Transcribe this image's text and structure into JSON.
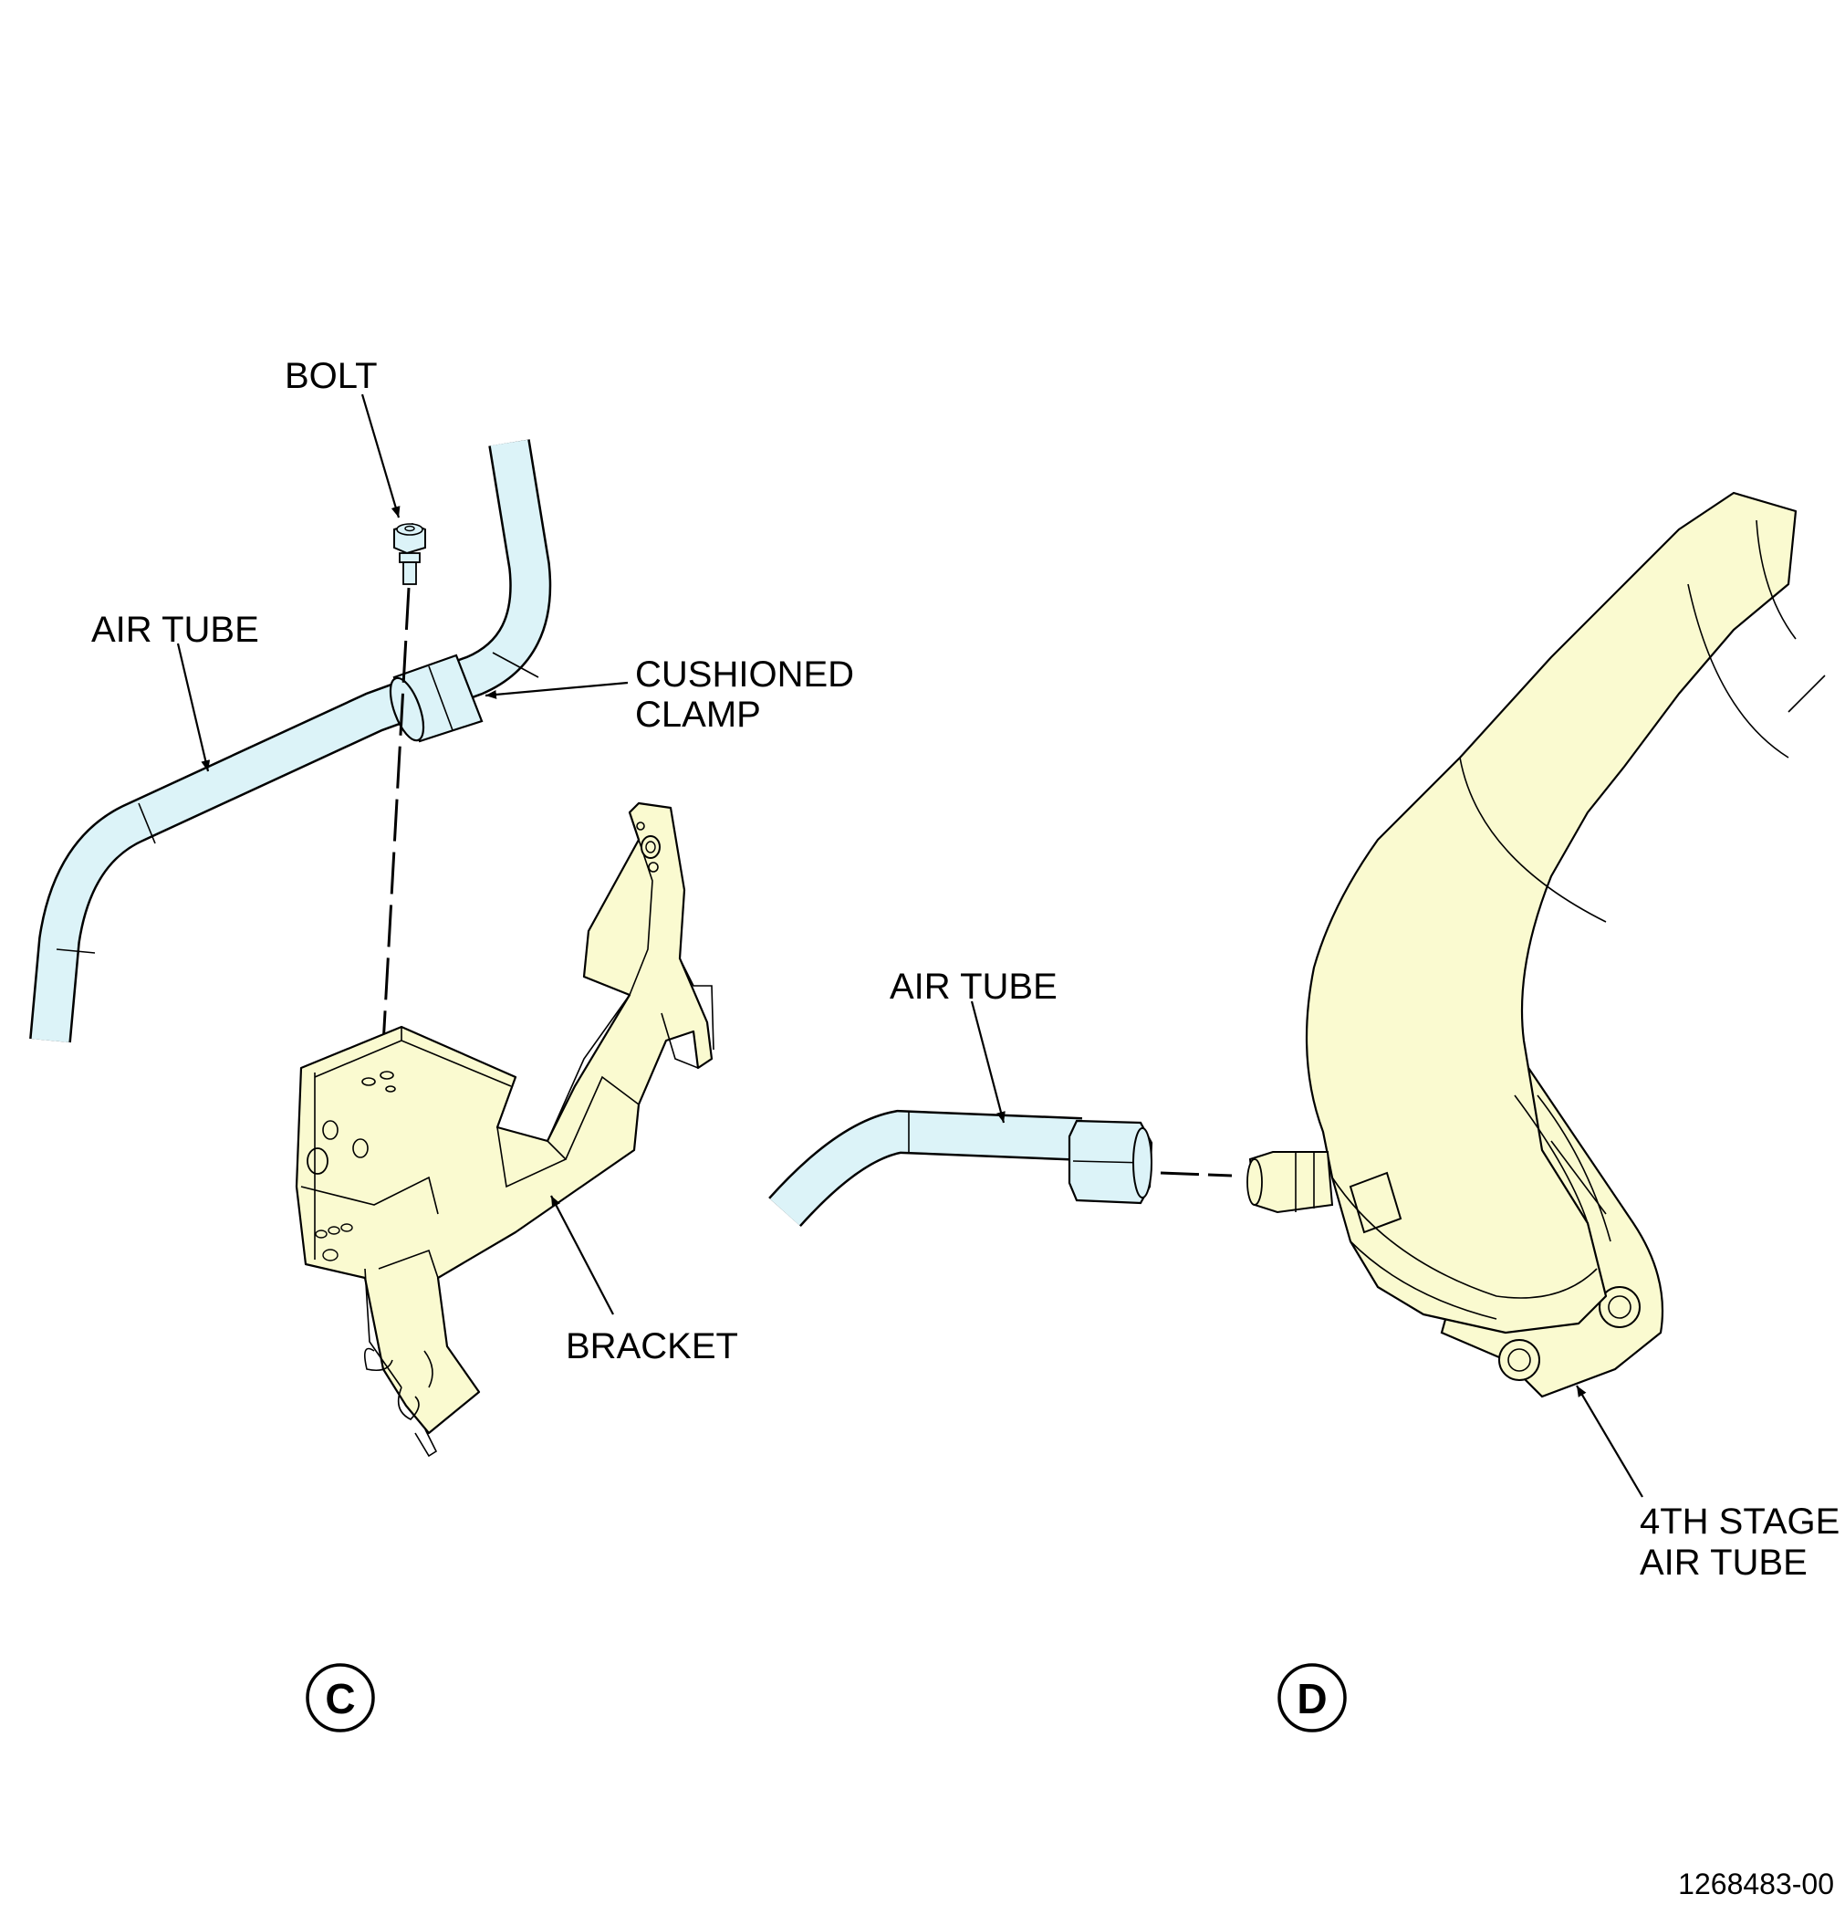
{
  "figure_number": "1268483-00",
  "views": {
    "c": {
      "view_label": "C",
      "labels": {
        "bolt": "BOLT",
        "air_tube": "AIR TUBE",
        "cushioned_clamp_line1": "CUSHIONED",
        "cushioned_clamp_line2": "CLAMP",
        "bracket": "BRACKET"
      }
    },
    "d": {
      "view_label": "D",
      "labels": {
        "air_tube": "AIR TUBE",
        "fourth_stage_line1": "4TH STAGE",
        "fourth_stage_line2": "AIR TUBE"
      }
    }
  },
  "colors": {
    "air_tube_fill": "#dcf3f8",
    "part_fill": "#fafad0",
    "line": "#000000",
    "background": "#ffffff"
  }
}
